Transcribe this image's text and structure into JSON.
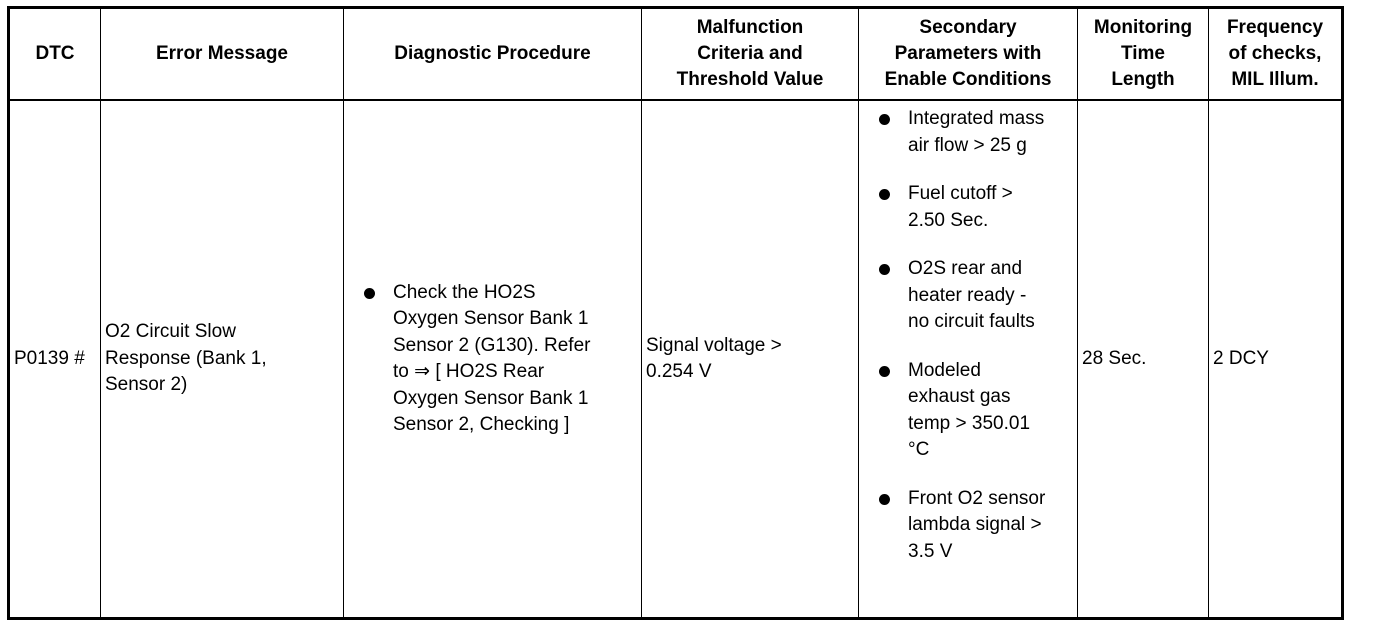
{
  "table": {
    "headers": {
      "dtc": "DTC",
      "error_message": "Error Message",
      "diagnostic_procedure": "Diagnostic Procedure",
      "malfunction_criteria": [
        "Malfunction",
        "Criteria and",
        "Threshold Value"
      ],
      "secondary_parameters": [
        "Secondary",
        "Parameters with",
        "Enable Conditions"
      ],
      "monitoring_time": [
        "Monitoring",
        "Time",
        "Length"
      ],
      "frequency": [
        "Frequency",
        "of checks,",
        "MIL Illum."
      ]
    },
    "row": {
      "dtc": "P0139 #",
      "error_message": [
        "O2 Circuit Slow",
        "Response (Bank 1,",
        "Sensor 2)"
      ],
      "diagnostic_procedure": [
        "Check the HO2S",
        "Oxygen Sensor Bank 1",
        "Sensor 2 (G130). Refer",
        "to ⇒ [ HO2S Rear",
        "Oxygen Sensor Bank 1",
        "Sensor 2, Checking ]"
      ],
      "malfunction_criteria": [
        "Signal voltage >",
        "0.254 V"
      ],
      "secondary_parameters": [
        [
          "Integrated mass",
          "air flow > 25 g"
        ],
        [
          "Fuel cutoff >",
          "2.50 Sec."
        ],
        [
          "O2S rear and",
          "heater ready -",
          "no circuit faults"
        ],
        [
          "Modeled",
          "exhaust gas",
          "temp > 350.01",
          "°C"
        ],
        [
          "Front O2 sensor",
          "lambda signal >",
          "3.5 V"
        ]
      ],
      "monitoring_time": "28 Sec.",
      "frequency": "2 DCY"
    }
  }
}
